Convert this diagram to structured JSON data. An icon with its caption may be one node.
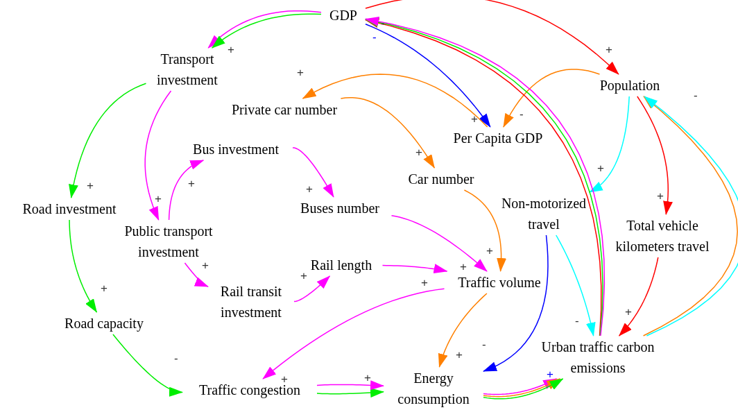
{
  "diagram": {
    "nodes": [
      {
        "text": [
          "GDP"
        ]
      },
      {
        "text": [
          "Transport investment"
        ]
      },
      {
        "text": [
          "Population"
        ]
      },
      {
        "text": [
          "Private car number"
        ]
      },
      {
        "text": [
          "Per Capita GDP"
        ]
      },
      {
        "text": [
          "Bus investment"
        ]
      },
      {
        "text": [
          "Car number"
        ]
      },
      {
        "text": [
          "Road investment"
        ]
      },
      {
        "text": [
          "Buses number"
        ]
      },
      {
        "text": [
          "Non-motorized travel"
        ]
      },
      {
        "text": [
          "Public transport investment"
        ]
      },
      {
        "text": [
          "Total vehicle kilometers travel"
        ]
      },
      {
        "text": [
          "Rail length"
        ]
      },
      {
        "text": [
          "Traffic volume"
        ]
      },
      {
        "text": [
          "Rail transit investment"
        ]
      },
      {
        "text": [
          "Road capacity"
        ]
      },
      {
        "text": [
          "Urban traffic carbon emissions"
        ]
      },
      {
        "text": [
          "Traffic congestion"
        ]
      },
      {
        "text": [
          "Energy consumption"
        ]
      }
    ],
    "edges": [
      {
        "from": 0,
        "to": 1,
        "arrow": "to",
        "color": "#ff00ff",
        "label": "+"
      },
      {
        "from": 0,
        "to": 1,
        "arrow": "to",
        "color": "#00ee00"
      },
      {
        "from": 0,
        "to": 2,
        "arrow": "to",
        "color": "#ff0000",
        "label": "+"
      },
      {
        "from": 0,
        "to": 4,
        "arrow": "to",
        "color": "#0000ff",
        "label": "+"
      },
      {
        "from": 4,
        "to": 3,
        "arrow": "to",
        "color": "#ff8000",
        "label": "+"
      },
      {
        "from": 3,
        "to": 6,
        "arrow": "to",
        "color": "#ff8000",
        "label": "+"
      },
      {
        "from": 2,
        "to": 4,
        "arrow": "to",
        "color": "#ff8000",
        "label": "-"
      },
      {
        "from": 1,
        "to": 7,
        "arrow": "to",
        "color": "#00ee00",
        "label": "+"
      },
      {
        "from": 1,
        "to": 10,
        "arrow": "to",
        "color": "#ff00ff",
        "label": "+"
      },
      {
        "from": 10,
        "to": 5,
        "arrow": "to",
        "color": "#ff00ff",
        "label": "+"
      },
      {
        "from": 5,
        "to": 8,
        "arrow": "to",
        "color": "#ff00ff",
        "label": "+"
      },
      {
        "from": 10,
        "to": 14,
        "arrow": "to",
        "color": "#ff00ff",
        "label": "+"
      },
      {
        "from": 14,
        "to": 12,
        "arrow": "to",
        "color": "#ff00ff",
        "label": "+"
      },
      {
        "from": 8,
        "to": 13,
        "arrow": "to",
        "color": "#ff00ff",
        "label": "+"
      },
      {
        "from": 12,
        "to": 13,
        "arrow": "to",
        "color": "#ff00ff",
        "label": "+"
      },
      {
        "from": 6,
        "to": 13,
        "arrow": "to",
        "color": "#ff8000",
        "label": "+"
      },
      {
        "from": 13,
        "to": 17,
        "arrow": "to",
        "color": "#ff00ff",
        "label": "+"
      },
      {
        "from": 2,
        "to": 9,
        "arrow": "to",
        "color": "#00ffff",
        "label": "+"
      },
      {
        "from": 2,
        "to": 11,
        "arrow": "to",
        "color": "#ff0000",
        "label": "+"
      },
      {
        "from": 7,
        "to": 15,
        "arrow": "to",
        "color": "#00ee00",
        "label": "+"
      },
      {
        "from": 15,
        "to": 17,
        "arrow": "to",
        "color": "#00ee00",
        "label": "-"
      },
      {
        "from": 17,
        "to": 18,
        "arrow": "to",
        "color": "#00ee00",
        "label": "+"
      },
      {
        "from": 17,
        "to": 18,
        "arrow": "to",
        "color": "#ff00ff"
      },
      {
        "from": 13,
        "to": 18,
        "arrow": "to",
        "color": "#ff8000",
        "label": "+"
      },
      {
        "from": 9,
        "to": 18,
        "arrow": "to",
        "color": "#0000ff",
        "label": "-"
      },
      {
        "from": 9,
        "to": 16,
        "arrow": "to",
        "color": "#00ffff",
        "label": "-"
      },
      {
        "from": 11,
        "to": 16,
        "arrow": "to",
        "color": "#ff0000",
        "label": "+"
      },
      {
        "from": 18,
        "to": 16,
        "arrow": "to",
        "color": "#ff00ff",
        "label": "+"
      },
      {
        "from": 18,
        "to": 16,
        "arrow": "to",
        "color": "#ff8000"
      },
      {
        "from": 18,
        "to": 16,
        "arrow": "to",
        "color": "#00ee00"
      },
      {
        "from": 16,
        "to": 2,
        "arrow": "to",
        "color": "#ff8000",
        "label": "-"
      },
      {
        "from": 16,
        "to": 2,
        "arrow": "to",
        "color": "#00ffff"
      },
      {
        "from": 16,
        "to": 0,
        "arrow": "to",
        "color": "#ff0000"
      },
      {
        "from": 16,
        "to": 0,
        "arrow": "to",
        "color": "#00ee00"
      },
      {
        "from": 16,
        "to": 0,
        "arrow": "to",
        "color": "#ff00ff",
        "label": "-"
      }
    ],
    "labels": [
      "-"
    ]
  }
}
